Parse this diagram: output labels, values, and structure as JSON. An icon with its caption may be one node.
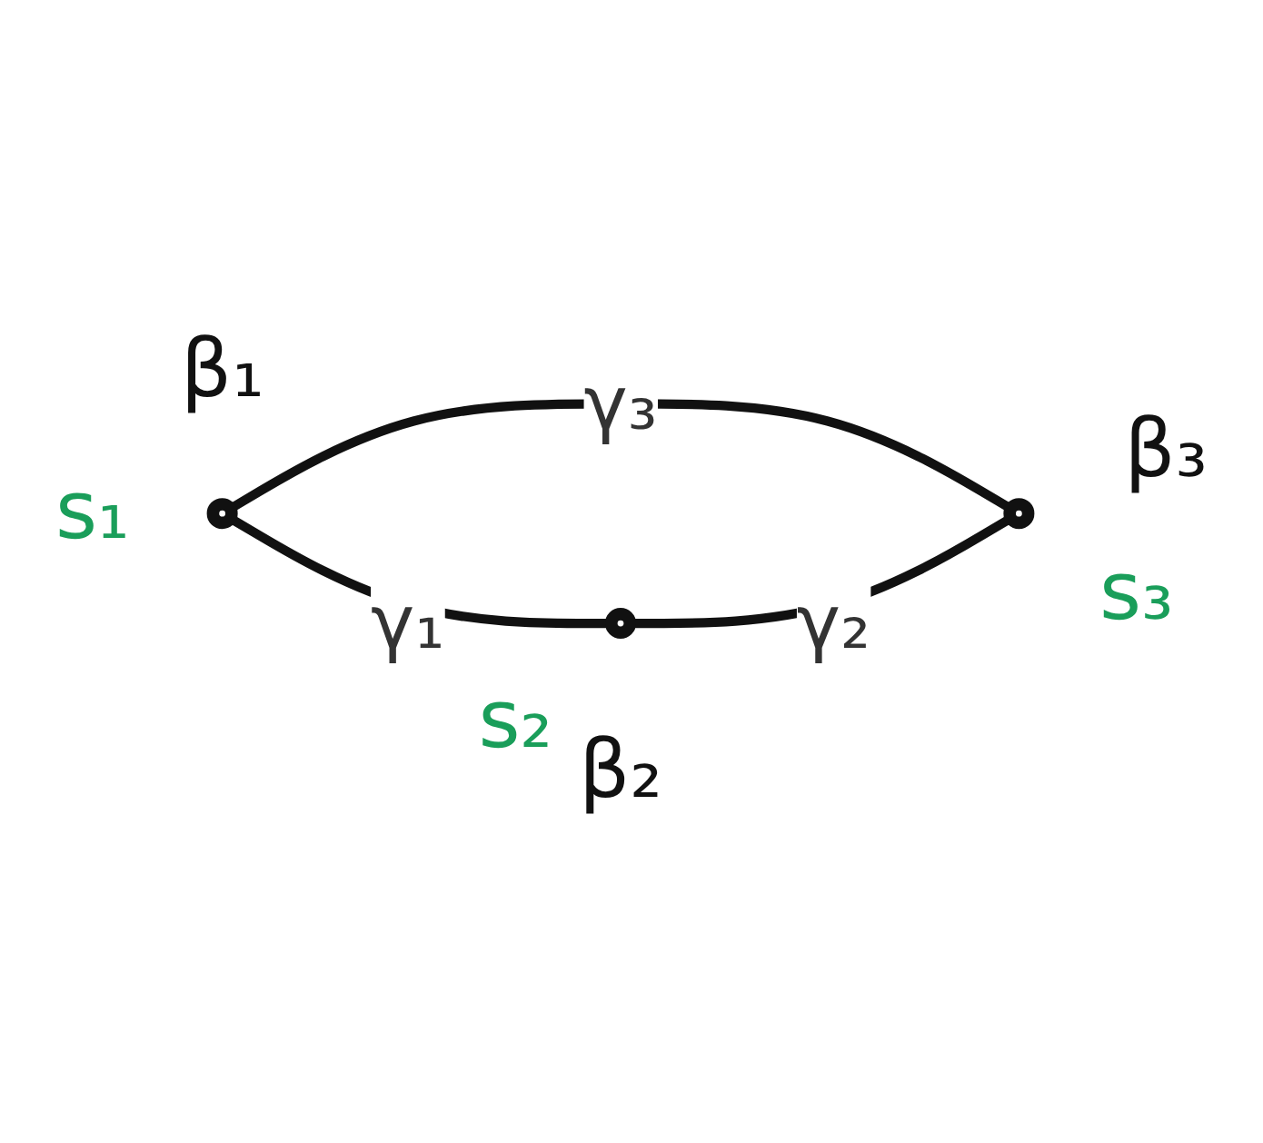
{
  "diagram": {
    "nodes": [
      {
        "text": [],
        "shape": "circle",
        "beside": [
          "β₁",
          "s₁"
        ]
      },
      {
        "text": [],
        "shape": "circle",
        "beside": [
          "β₂",
          "s₂"
        ]
      },
      {
        "text": [],
        "shape": "circle",
        "beside": [
          "β₃",
          "s₃"
        ]
      }
    ],
    "edges": [
      {
        "from": 0,
        "to": 2,
        "arrow": "none",
        "label": "γ₃"
      },
      {
        "from": 0,
        "to": 1,
        "arrow": "none",
        "label": "γ₁"
      },
      {
        "from": 1,
        "to": 2,
        "arrow": "none",
        "label": "γ₂"
      }
    ]
  }
}
